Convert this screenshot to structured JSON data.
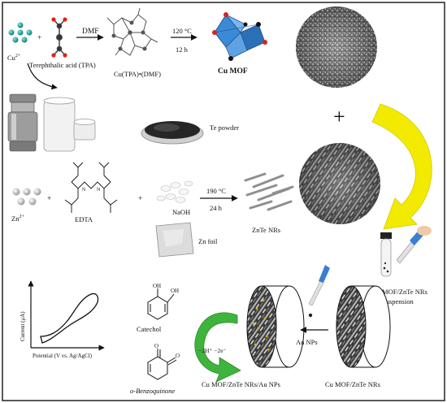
{
  "row1": {
    "cu_ion": "Cu",
    "cu_ion_charge": "2+",
    "tpa": "Terephthalic acid (TPA)",
    "dmf_arrow": "DMF",
    "complex": "Cu(TPA)•(DMF)",
    "cond_temp": "120 °C",
    "cond_time": "12 h",
    "product": "Cu MOF"
  },
  "row2": {
    "te": "Te powder",
    "zn_ion": "Zn",
    "zn_ion_charge": "2+",
    "edta": "EDTA",
    "naoh": "NaOH",
    "zn_foil": "Zn foil",
    "cond_temp": "190 °C",
    "cond_time": "24 h",
    "product": "ZnTe NRs"
  },
  "suspension": {
    "line1": "Cu MOF/ZnTe NRs",
    "line2": "Suspension"
  },
  "row3": {
    "electrode_left": "Cu MOF/ZnTe NRs/Au NPs",
    "electrode_right": "Cu MOF/ZnTe NRs",
    "au_label": "Au NPs",
    "catechol": "Catechol",
    "reaction": "−2H⁺ −2e⁻",
    "product": "o-Benzoquinone"
  },
  "cv_plot": {
    "ylabel": "Current (μA)",
    "xlabel": "Potential (V vs. Ag/AgCl)"
  },
  "colors": {
    "frame": "#222222",
    "arrow_yellow": "#f2ea00",
    "arrow_green": "#3fb43c",
    "mof_blue": "#3a8ad6",
    "atom_teal": "#1aa6a0",
    "atom_red": "#d8241c"
  }
}
